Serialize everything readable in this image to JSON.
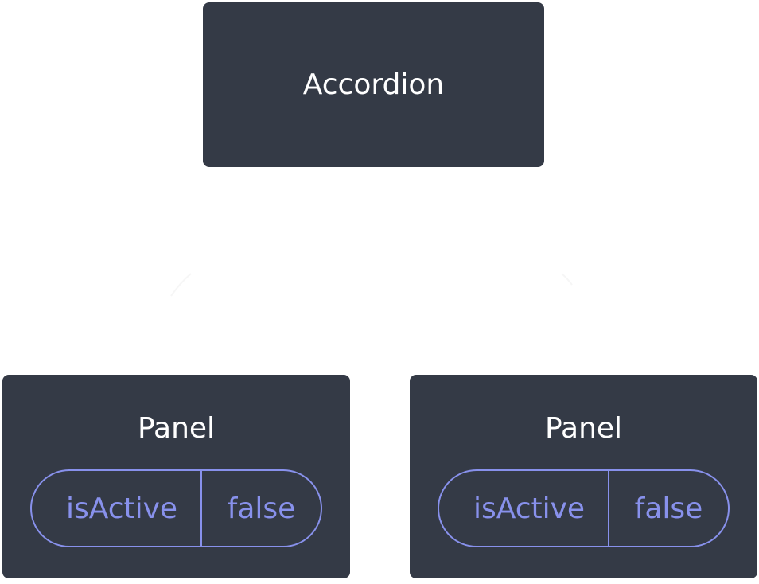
{
  "diagram": {
    "root": {
      "label": "Accordion"
    },
    "children": [
      {
        "label": "Panel",
        "state": {
          "key": "isActive",
          "value": "false"
        }
      },
      {
        "label": "Panel",
        "state": {
          "key": "isActive",
          "value": "false"
        }
      }
    ]
  },
  "colors": {
    "node_background": "#343a46",
    "node_text": "#ffffff",
    "state_accent": "#8891ec",
    "canvas_background": "#ffffff"
  }
}
